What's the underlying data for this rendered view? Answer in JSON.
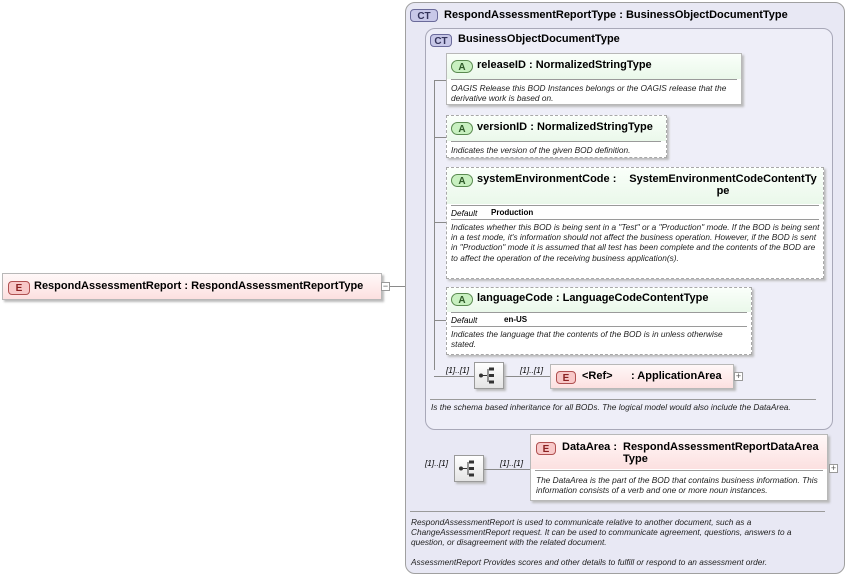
{
  "outer": {
    "badge": "CT",
    "title": "RespondAssessmentReportType : BusinessObjectDocumentType",
    "doc": "RespondAssessmentReport is used to communicate relative to another document, such as a ChangeAssessmentReport request. It can be used to communicate agreement, questions, answers to a question, or disagreement with the related document.",
    "doc2": "AssessmentReport  Provides scores and other details to fulfill or respond to an assessment order."
  },
  "base": {
    "badge": "CT",
    "title": "BusinessObjectDocumentType",
    "doc": "Is the schema based inheritance for all BODs. The logical model would also include the DataArea."
  },
  "attributes": [
    {
      "badge": "A",
      "name": "releaseID",
      "type": "NormalizedStringType",
      "doc": "OAGIS Release this BOD Instances belongs or the OAGIS release that the derivative work is based on."
    },
    {
      "badge": "A",
      "name": "versionID",
      "type": "NormalizedStringType",
      "doc": "Indicates the version of the given BOD definition."
    },
    {
      "badge": "A",
      "name": "systemEnvironmentCode",
      "type": "SystemEnvironmentCodeContentType",
      "default_label": "Default",
      "default_value": "Production",
      "doc": "Indicates whether this BOD is being sent in a \"Test\" or a \"Production\" mode. If the BOD is being sent in a test mode, it's information should not affect the business operation. However, if the BOD is sent in \"Production\" mode it is assumed that all test has been complete and the contents of the BOD are to affect the operation of the receiving business application(s)."
    },
    {
      "badge": "A",
      "name": "languageCode",
      "type": "LanguageCodeContentType",
      "default_label": "Default",
      "default_value": "en-US",
      "doc": "Indicates the language that the contents of the BOD is in unless otherwise stated."
    }
  ],
  "root": {
    "badge": "E",
    "name": "RespondAssessmentReport",
    "type": "RespondAssessmentReportType"
  },
  "appArea": {
    "badge": "E",
    "name": "<Ref>",
    "type": ": ApplicationArea",
    "occ_before": "[1]..[1]",
    "occ_after": "[1]..[1]"
  },
  "dataArea": {
    "badge": "E",
    "name": "DataArea",
    "type": "RespondAssessmentReportDataAreaType",
    "occ_before": "[1]..[1]",
    "occ_after": "[1]..[1]",
    "doc": "The DataArea is the part of the BOD that contains business information. This information consists of a verb and one or more noun instances."
  },
  "sep": ":"
}
